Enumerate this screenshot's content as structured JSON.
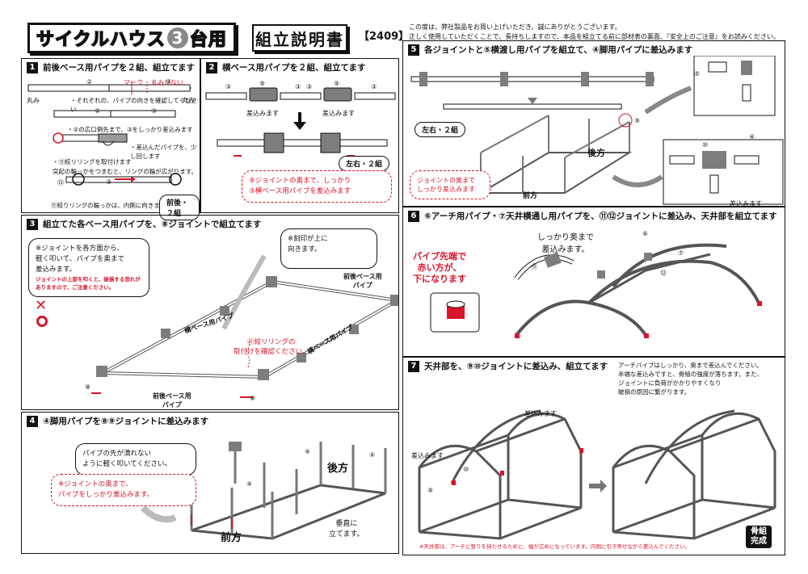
{
  "header": {
    "title_part1": "サイクルハウス",
    "title_num": "3",
    "title_part2": "台用",
    "subtitle": "組立説明書",
    "code": "【2409】",
    "intro_line1": "この度は、弊社製品をお買い上げいただき、誠にありがとうございます。",
    "intro_line2": "正しく使用していただくことで、長持ちしますので、本品を組立てる前に部材表の裏面、『安全上のご注意』をお読みください。"
  },
  "s1": {
    "num": "1",
    "title": "前後ベース用パイプを２組、組立てます",
    "mark_label": "マーク",
    "no_mark_label": "丸みがない",
    "rounded_label": "丸み",
    "orientation_note": "・それぞれの、パイプの向きを確認してください",
    "insert_note": "・②の広口側先まで、③をしっかり差込みます",
    "turn_note": "・差込んだパイプを、少し回します",
    "ring_note1": "・⑪絞リリングを取付けます",
    "ring_note2": "突起の輪っかをつまむと、リングの輪が広がります。",
    "ring_note3": "⑪絞りリングの輪っかは、内側に向きます。",
    "set_label": "前後・２組",
    "part_labels": [
      "②",
      "③",
      "②",
      "③",
      "⑬",
      "③"
    ]
  },
  "s2": {
    "num": "2",
    "title": "横ベース用パイプを２組、組立てます",
    "insert_label": "差込みます",
    "set_label": "左右・２組",
    "callout_line1": "⑨ジョイントの奥まで、しっかり",
    "callout_line2": "③横ベース用パイプを差込みます",
    "part_labels": [
      "③",
      "⑨",
      "③",
      "③",
      "⑨",
      "③"
    ]
  },
  "s3": {
    "num": "3",
    "title": "組立てた各ベース用パイプを、⑧ジョイントで組立てます",
    "callout_line1": "※ジョイントを各方面から、",
    "callout_line2": "軽く叩いて、パイプを奥まで",
    "callout_line3": "差込みます。",
    "callout_warn1": "ジョイントの上部を叩くと、破損する恐れが",
    "callout_warn2": "ありますので、ご注意ください。",
    "stamp_note1": "※刻印が上に",
    "stamp_note2": "向きます。",
    "ring_confirm1": "⑪絞リリングの",
    "ring_confirm2": "取付けを確認ください。",
    "front_back_label1": "前後ベース用",
    "front_back_label2": "パイプ",
    "side_label": "横ベース用パイプ",
    "part_8": "⑧"
  },
  "s4": {
    "num": "4",
    "title": "④脚用パイプを⑧⑨ジョイントに差込みます",
    "callout1_line1": "パイプの先が潰れない",
    "callout1_line2": "ように軽く叩いてください。",
    "callout2_line1": "※ジョイントの奥まで、",
    "callout2_line2": "パイプをしっかり差込みます。",
    "back_label": "後方",
    "front_label": "前方",
    "vertical_line1": "垂直に",
    "vertical_line2": "立てます。",
    "part_4": "④"
  },
  "s5": {
    "num": "5",
    "title": "各ジョイントと⑤横渡し用パイプを組立て、④脚用パイプに差込みます",
    "set_label": "左右・２組",
    "callout_line1": "ジョイントの奥まで",
    "callout_line2": "しっかり差込みます",
    "insert_label": "差込みます",
    "back_label": "後方",
    "front_label": "前方",
    "part_labels": [
      "⑤",
      "⑩",
      "⑨",
      "④"
    ]
  },
  "s6": {
    "num": "6",
    "title": "⑥アーチ用パイプ・⑦天井横通し用パイプを、⑪⑫ジョイントに差込み、天井部を組立てます",
    "insert_line1": "しっかり奥まで",
    "insert_line2": "差込みます。",
    "red_line1": "パイプ先端で",
    "red_line2": "赤い方が、",
    "red_line3": "下になります",
    "part_labels": [
      "⑥",
      "⑦",
      "⑪",
      "⑫"
    ]
  },
  "s7": {
    "num": "7",
    "title": "天井部を、⑨⑩ジョイントに差込み、組立てます",
    "note_line1": "アーチパイプはしっかり、奥まで差込んでください。",
    "note_line2": "半端な差込みですと、骨組の強度が落ちます。また、",
    "note_line3": "ジョイントに負荷がかかりやすくなり",
    "note_line4": "破損の原因に繋がります。",
    "insert_label": "差込みます",
    "bottom_note": "※天井部は、アーチに張りを持たせるために、幅が広めになっています。内側に引き寄せながら差込んでください。",
    "complete_line1": "骨組",
    "complete_line2": "完成",
    "part_labels": [
      "⑨",
      "⑩"
    ]
  },
  "colors": {
    "accent_red": "#d9142b",
    "pipe_gray": "#9a9a9a",
    "joint_gray": "#7d7d7d"
  }
}
